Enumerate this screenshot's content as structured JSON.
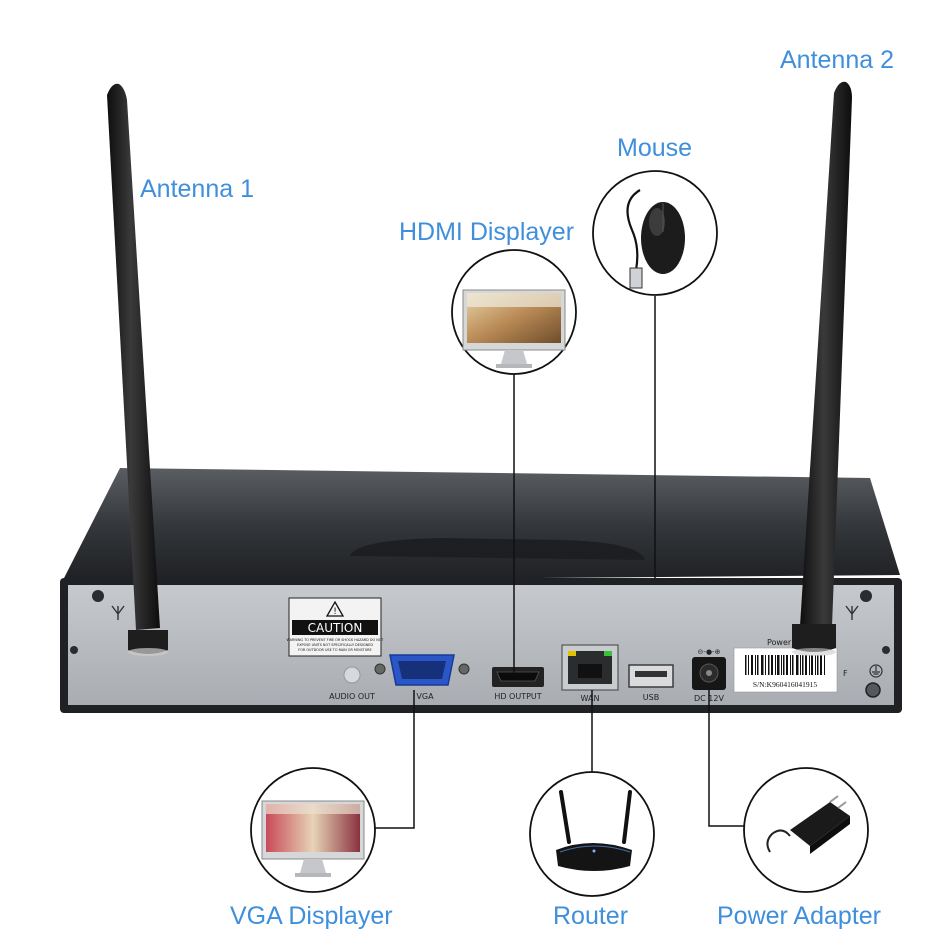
{
  "callouts": {
    "antenna_1": "Antenna 1",
    "antenna_2": "Antenna 2",
    "mouse": "Mouse",
    "hdmi_displayer": "HDMI Displayer",
    "vga_displayer": "VGA Displayer",
    "router": "Router",
    "power_adapter": "Power Adapter"
  },
  "panel": {
    "caution_title": "CAUTION",
    "caution_line_1": "WARNING TO PREVENT FIRE OR SHOCK HAZARD DO NOT",
    "caution_line_2": "EXPOSE UNITS NOT SPECIFICALLY DESIGNED",
    "caution_line_3": "FOR OUTDOOR USE TO RAIN OR MOISTURE",
    "audio_out": "AUDIO OUT",
    "vga": "VGA",
    "hd_output": "HD OUTPUT",
    "wan": "WAN",
    "usb": "USB",
    "dc_12v": "DC 12V",
    "power": "Power",
    "serial": "S/N:K960416041915"
  },
  "colors": {
    "callout_text": "#3f8fdc",
    "panel": "#b9bcc0",
    "case_top": "#2e3134",
    "antenna": "#1c1c1c",
    "vga_port": "#2b56c8",
    "leader_line": "#111111"
  }
}
